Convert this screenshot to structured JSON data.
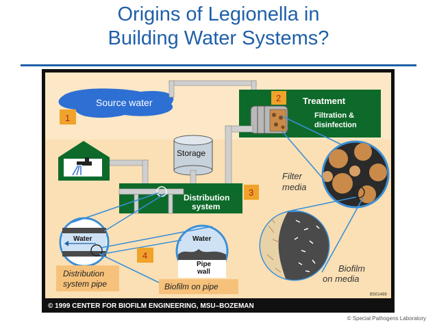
{
  "title": {
    "line1": "Origins of Legionella in",
    "line2": "Building Water Systems?"
  },
  "diagram": {
    "source_water": "Source water",
    "treatment": "Treatment",
    "filtration_line1": "Filtration &",
    "filtration_line2": "disinfection",
    "storage": "Storage",
    "distribution_line1": "Distribution",
    "distribution_line2": "system",
    "filter_line1": "Filter",
    "filter_line2": "media",
    "water_left": "Water",
    "water_right": "Water",
    "pipe_line1": "Pipe",
    "pipe_line2": "wall",
    "dist_pipe_line1": "Distribution",
    "dist_pipe_line2": "system pipe",
    "biofilm_pipe": "Biofilm on pipe",
    "biofilm_line1": "Biofilm",
    "biofilm_line2": "on media",
    "code": "BS01499",
    "copyright": "© 1999   CENTER FOR BIOFILM ENGINEERING, MSU–BOZEMAN",
    "numbers": [
      "1",
      "2",
      "3",
      "4"
    ]
  },
  "footer": {
    "credit": "© Special Pathogens Laboratory"
  },
  "colors": {
    "title": "#1f5fa8",
    "green": "#0e6a2a",
    "panel": "#fbe0b5",
    "number": "#f0a32a",
    "water": "#2e6fd3"
  }
}
